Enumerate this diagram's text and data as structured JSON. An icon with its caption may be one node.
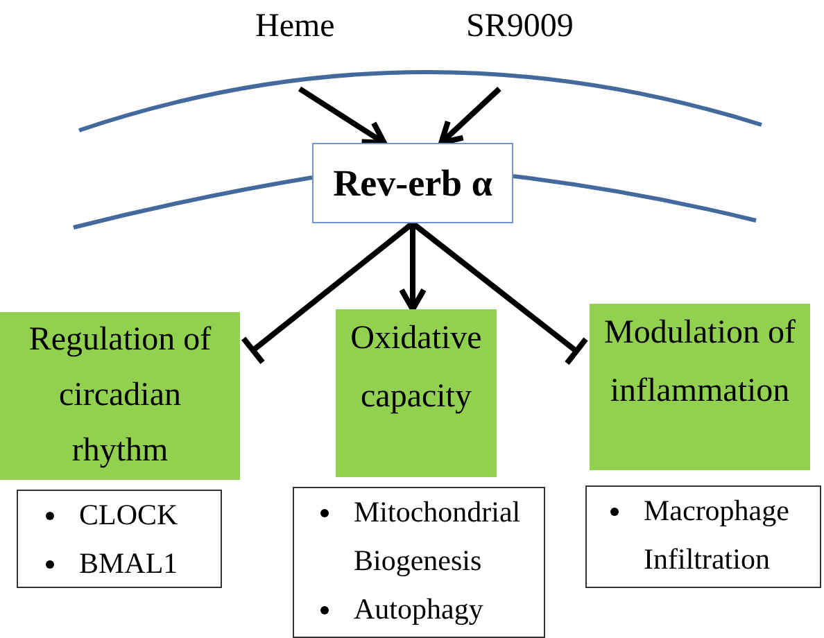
{
  "diagram": {
    "nodes": [
      {
        "text": [
          "Heme"
        ]
      },
      {
        "text": [
          "SR9009"
        ]
      },
      {
        "text": [
          "Rev-erb α"
        ]
      },
      {
        "text": [
          "Regulation of circadian rhythm"
        ]
      },
      {
        "text": [
          "Oxidative capacity"
        ]
      },
      {
        "text": [
          "Modulation of inflammation"
        ]
      },
      {
        "text": [
          "CLOCK",
          "BMAL1"
        ]
      },
      {
        "text": [
          "Mitochondrial Biogenesis",
          "Autophagy"
        ]
      },
      {
        "text": [
          "Macrophage Infiltration"
        ]
      }
    ],
    "edges": [
      {
        "from": 0,
        "to": 2,
        "arrow": "to"
      },
      {
        "from": 1,
        "to": 2,
        "arrow": "to"
      },
      {
        "from": 2,
        "to": 3,
        "arrow": "other"
      },
      {
        "from": 2,
        "to": 4,
        "arrow": "to"
      },
      {
        "from": 2,
        "to": 5,
        "arrow": "other"
      }
    ]
  }
}
